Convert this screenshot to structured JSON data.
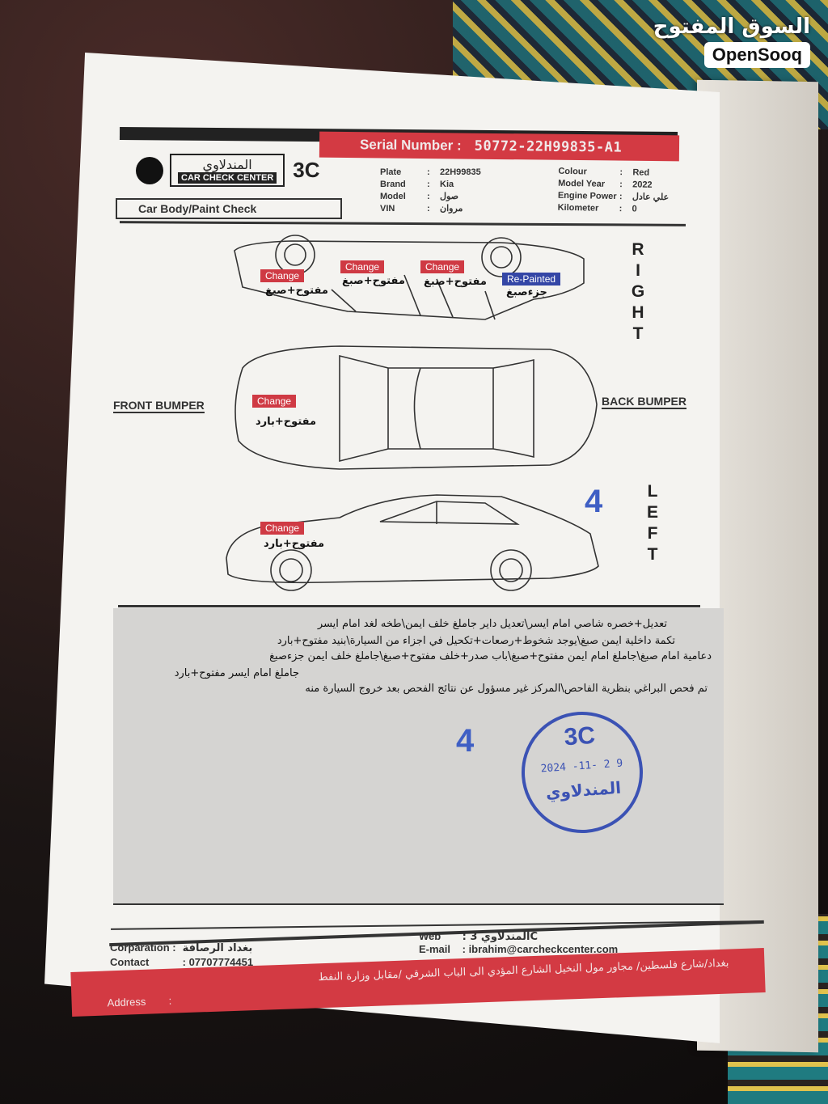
{
  "watermark": {
    "arabic": "السوق المفتوح",
    "english": "OpenSooq"
  },
  "header": {
    "logo_arabic": "المندلاوي",
    "logo_english": "CAR CHECK CENTER",
    "logo_mark": "3C",
    "serial_label": "Serial Number :",
    "serial_number": "50772-22H99835-A1",
    "section_title": "Car Body/Paint Check"
  },
  "vehicle_info_left": [
    {
      "key": "Plate",
      "value": "22H99835"
    },
    {
      "key": "Brand",
      "value": "Kia"
    },
    {
      "key": "Model",
      "value": "صول"
    },
    {
      "key": "VIN",
      "value": "مروان"
    }
  ],
  "vehicle_info_right": [
    {
      "key": "Colour",
      "value": "Red"
    },
    {
      "key": "Model Year",
      "value": "2022"
    },
    {
      "key": "Engine Power",
      "value": "علي عادل"
    },
    {
      "key": "Kilometer",
      "value": "0"
    }
  ],
  "diagram": {
    "right_label": [
      "R",
      "I",
      "G",
      "H",
      "T"
    ],
    "left_label": [
      "L",
      "E",
      "F",
      "T"
    ],
    "front_bumper": "FRONT BUMPER",
    "back_bumper": "BACK BUMPER",
    "marker_number": "4",
    "tags": [
      {
        "label": "Change",
        "note": "مفتوح+صبغ"
      },
      {
        "label": "Change",
        "note": "مفتوح+صبغ"
      },
      {
        "label": "Change",
        "note": "مفتوح+صبغ"
      },
      {
        "label": "Re-Painted",
        "note": "جزءصبغ"
      },
      {
        "label": "Change",
        "note": "مفتوح+بارد"
      },
      {
        "label": "Change",
        "note": "مفتوح+بارد"
      }
    ]
  },
  "remarks": {
    "lines": [
      "تعديل+خصره شاصي امام ايسر\\تعديل داير جاملغ خلف ايمن\\طخه لغد امام ايسر",
      "تكمة داخلية ايمن صبغ\\يوجد شخوط+رصعات+تكحيل في اجزاء من السيارة\\بنيد مفتوح+بارد",
      "دعامية امام صبغ\\جاملغ امام ايمن مفتوح+صبغ\\باب صدر+خلف مفتوح+صبغ\\جاملغ خلف ايمن جزءصبغ",
      "جاملغ امام ايسر مفتوح+بارد",
      "تم فحص البراغي بنظرية الفاحص\\المركز غير مسؤول عن نتائج الفحص بعد خروج السيارة منه"
    ],
    "marker_number": "4",
    "stamp": {
      "mark": "3C",
      "date": "2024 -11- 2 9",
      "name": "المندلاوي"
    }
  },
  "footer": {
    "corporation_label": "Corparation :",
    "corporation_value": "بغداد الرصافة",
    "contact_label": "Contact",
    "contact_value": ": 07707774451",
    "web_label": "Web",
    "web_value": ": المندلاوي 3C",
    "email_label": "E-mail",
    "email_value": ": ibrahim@carcheckcenter.com",
    "address_label": "Address",
    "address_colon": ":",
    "address_value": "بغداد/شارع فلسطين/ مجاور مول النخيل الشارع المؤدي الى الباب الشرقي /مقابل وزارة النفط"
  }
}
